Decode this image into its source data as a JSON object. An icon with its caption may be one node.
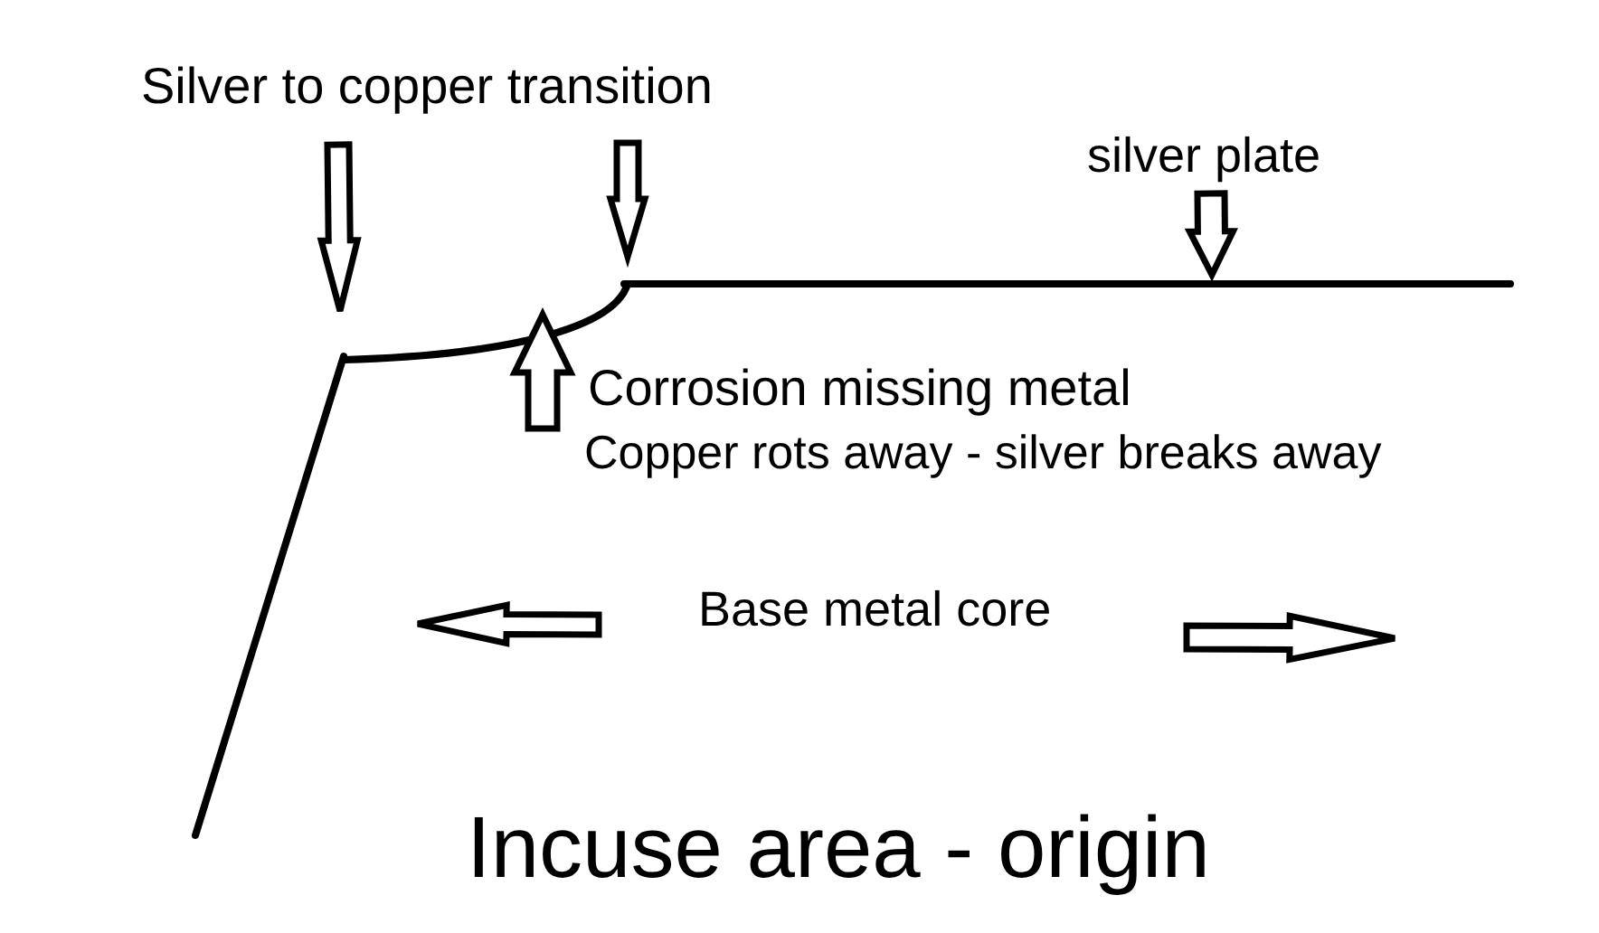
{
  "diagram": {
    "nodes": [
      {
        "text": [
          "Silver to copper transition"
        ]
      },
      {
        "text": [
          "silver plate"
        ]
      },
      {
        "text": [
          "Corrosion missing metal",
          "Copper rots away - silver breaks away"
        ]
      }
    ],
    "edges": [
      {
        "from": 0,
        "to": null,
        "arrow": "to"
      },
      {
        "from": 0,
        "to": null,
        "arrow": "to"
      },
      {
        "from": 1,
        "to": null,
        "arrow": "to"
      },
      {
        "from": 2,
        "to": null,
        "arrow": "to"
      }
    ],
    "labels": [
      "Base metal core",
      "Incuse area - origin"
    ]
  }
}
